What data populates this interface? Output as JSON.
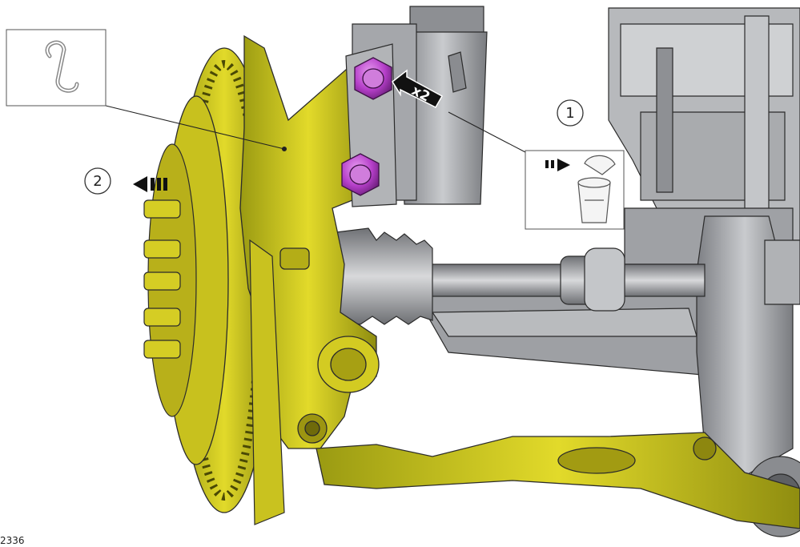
{
  "figure": {
    "reference_code": "2336",
    "callouts": [
      {
        "number": "1",
        "meaning": "discard-fasteners"
      },
      {
        "number": "2",
        "meaning": "remove-direction"
      }
    ],
    "quantity_label": "x2",
    "colors": {
      "highlight_yellow": "#d9d21a",
      "fastener_purple": "#b53fc9",
      "component_grey": "#9c9ea3",
      "outline": "#2b2b2b"
    },
    "icons": [
      "s-hook-icon",
      "waste-bin-icon",
      "direction-arrow-icon"
    ]
  }
}
